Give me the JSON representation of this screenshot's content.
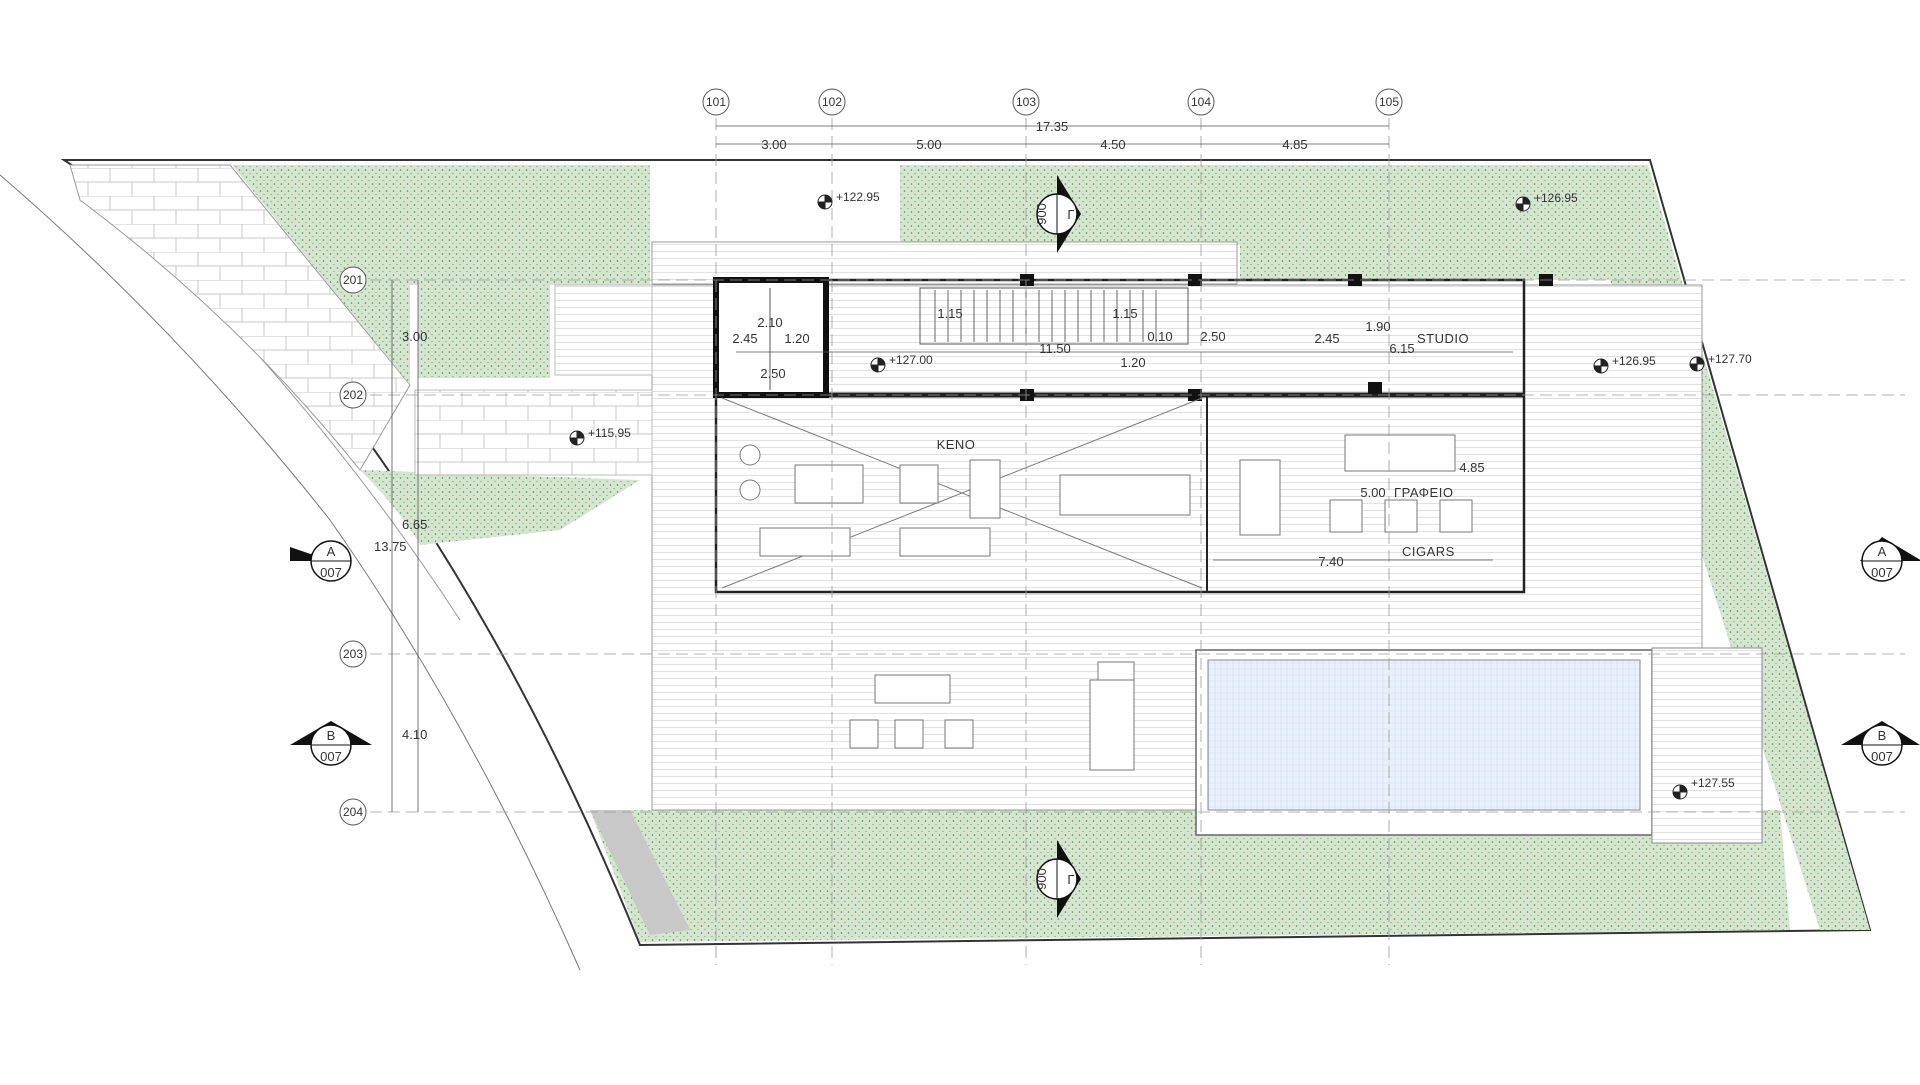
{
  "grid": {
    "columns": [
      "101",
      "102",
      "103",
      "104",
      "105"
    ],
    "rows": [
      "201",
      "202",
      "203",
      "204"
    ]
  },
  "dimensions": {
    "overall": "17.35",
    "spans": [
      "3.00",
      "5.00",
      "4.50",
      "4.85"
    ],
    "left_total": "13.75",
    "left_spans": [
      "3.00",
      "6.65",
      "4.10"
    ],
    "interior": [
      "2.10",
      "2.45",
      "1.20",
      "2.50",
      "1.15",
      "1.15",
      "0.10",
      "2.50",
      "11.50",
      "1.20",
      "2.45",
      "1.90",
      "6.15",
      "4.85",
      "5.00",
      "7.40"
    ]
  },
  "rooms": {
    "studio": "STUDIO",
    "void": "KENO",
    "office": "ΓΡΑΦΕΙΟ",
    "cigars": "CIGARS"
  },
  "elevations": [
    "+122.95",
    "+126.95",
    "+127.00",
    "+115.95",
    "+126.95",
    "+127.70",
    "+127.55"
  ],
  "sections": {
    "a_label": "A",
    "b_label": "B",
    "g_label": "Γ",
    "sheet": "007",
    "sheet_g": "006"
  },
  "colors": {
    "landscape": "#cfe0c9",
    "landscape_dots": "#3f8a3f",
    "pool": "#e6eef9",
    "wall": "#111111",
    "line": "#555555"
  }
}
